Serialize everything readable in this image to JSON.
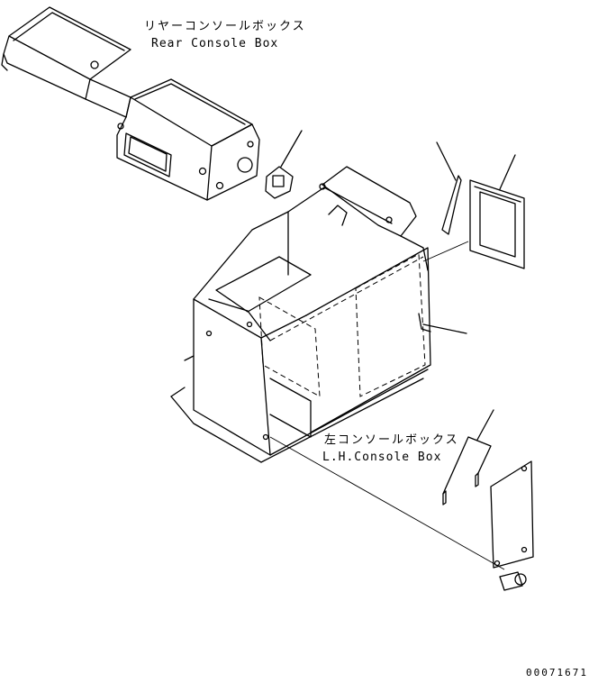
{
  "labels": {
    "rear_console_box_jp": "リヤーコンソールボックス",
    "rear_console_box_en": "Rear Console Box",
    "lh_console_box_jp": "左コンソールボックス",
    "lh_console_box_en": "L.H.Console Box",
    "drawing_number": "00071671"
  }
}
